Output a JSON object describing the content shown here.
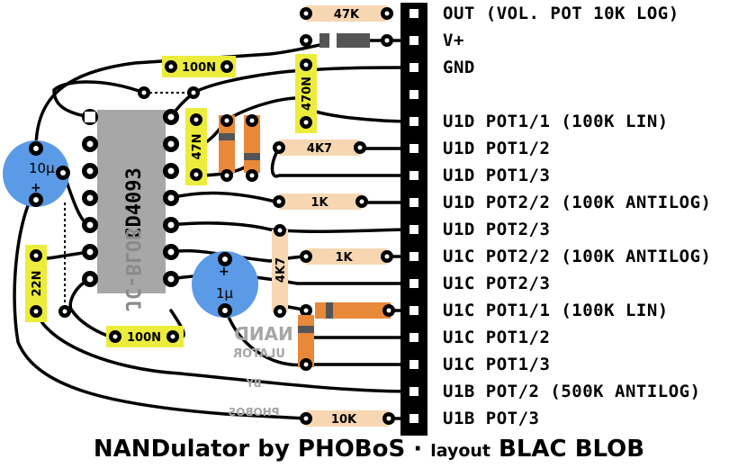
{
  "header_labels": [
    "OUT (VOL. POT 10K LOG)",
    "V+",
    "GND",
    "",
    "U1D POT1/1 (100K LIN)",
    "U1D POT1/2",
    "U1D POT1/3",
    "U1D POT2/2 (100K ANTILOG)",
    "U1D POT2/3",
    "U1C POT2/2 (100K ANTILOG)",
    "U1C POT2/3",
    "U1C POT1/1 (100K LIN)",
    "U1C POT1/2",
    "U1C POT1/3",
    "U1B POT/2 (500K ANTILOG)",
    "U1B POT/3"
  ],
  "components": {
    "ic": "CD4093",
    "ic_mirror": "JC-BLOB",
    "cap_10u": "10µ",
    "cap_1u": "1µ",
    "cap_plus": "+",
    "c_100n_top": "100N",
    "c_100n_bottom": "100N",
    "c_47n": "47N",
    "c_470n": "470N",
    "c_22n": "22N",
    "r_47k": "47K",
    "r_4k7_a": "4K7",
    "r_4k7_b": "4K7",
    "r_1k_a": "1K",
    "r_1k_b": "1K",
    "r_10k": "10K"
  },
  "silkscreen": {
    "line1": "NAND",
    "line2": "ULATOR",
    "line3": "BY",
    "line4": "PHOBOS"
  },
  "footer": {
    "part1": "NANDulator by PHOBoS",
    "sep": " · ",
    "part2_small": "layout",
    "part3": " BLAC BLOB"
  },
  "colors": {
    "wire": "#000000",
    "ic_body": "#a7a7a7",
    "cap_electrolytic": "#5b9ae6",
    "cap_film": "#ecec3c",
    "resistor": "#f6d7b2",
    "diode_or_orange": "#e8893a",
    "silk_grey": "#a6a6a6"
  }
}
